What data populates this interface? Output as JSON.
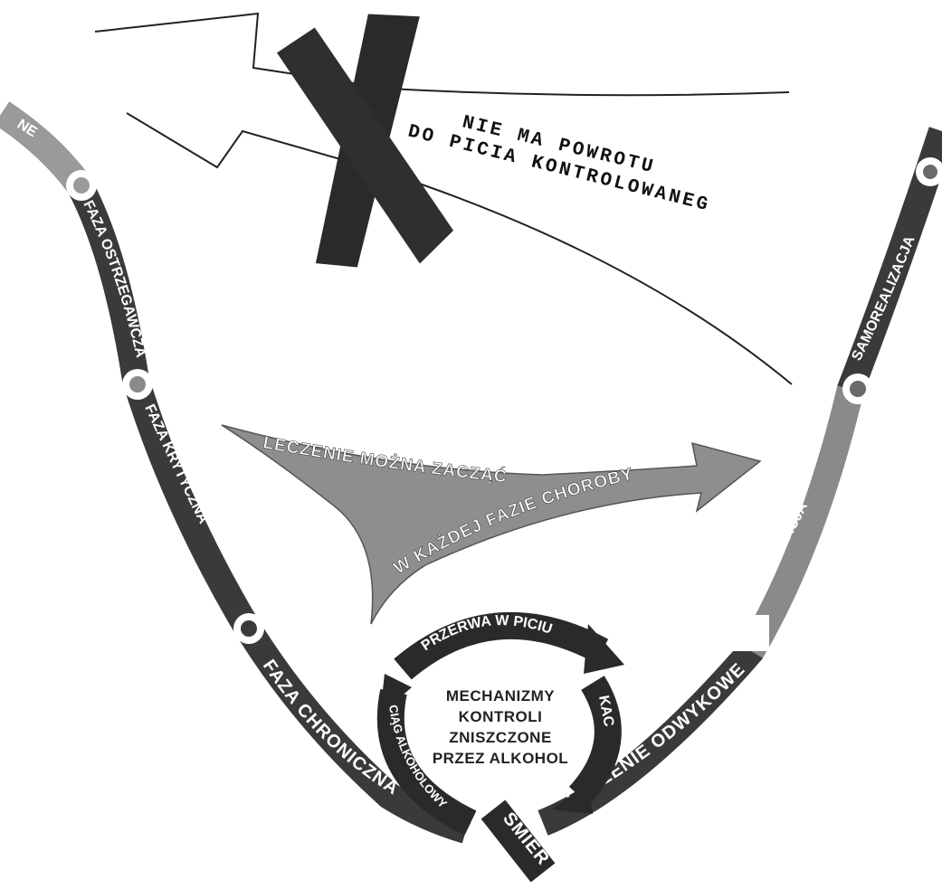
{
  "colors": {
    "band": "#3a3a3a",
    "band_light": "#8a8a8a",
    "arrow": "#8e8e8e",
    "cross": "#2a2a2a",
    "ink": "#111111"
  },
  "left_curve": {
    "label_top": "NE",
    "label_acute": "FAZA OSTRZEGAWCZA",
    "label_crucial": "FAZA KRYTYCZNA",
    "label_chronic": "FAZA CHRONICZNA"
  },
  "right_curve": {
    "label_top": "SAMOREALIZACJA",
    "label_rehab": "REHABILITACJA",
    "label_detox": "LECZENIE ODWYKOWE"
  },
  "bottom": {
    "label_death": "ŚMIERĆ"
  },
  "no_return": {
    "line1": "NIE MA POWROTU",
    "line2": "DO PICIA KONTROLOWANEGO"
  },
  "treatment_arrow": {
    "line1": "LECZENIE MOŻNA ZACZĄĆ",
    "line2": "W KAŻDEJ FAZIE CHOROBY"
  },
  "cycle": {
    "top": "PRZERWA W PICIU",
    "right": "KAC",
    "left": "CIĄG ALKOHOLOWY",
    "center_lines": [
      "MECHANIZMY",
      "KONTROLI",
      "ZNISZCZONE",
      "PRZEZ ALKOHOL"
    ]
  }
}
